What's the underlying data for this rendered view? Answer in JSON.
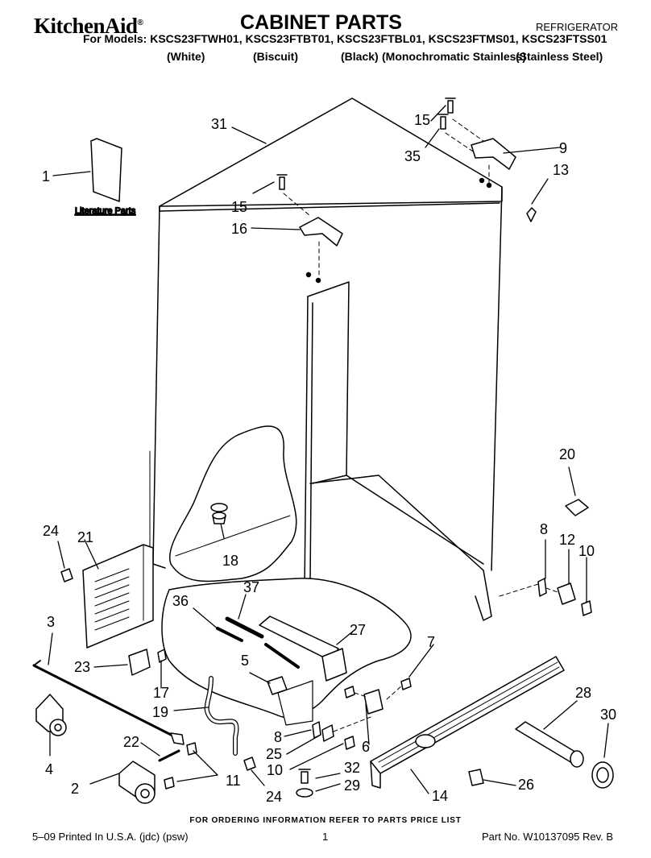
{
  "header": {
    "brand": "KitchenAid",
    "brand_mark": "®",
    "title": "CABINET PARTS",
    "category": "REFRIGERATOR",
    "models_line": "For Models: KSCS23FTWH01, KSCS23FTBT01, KSCS23FTBL01, KSCS23FTMS01, KSCS23FTSS01",
    "finishes": [
      "(White)",
      "(Biscuit)",
      "(Black)",
      "(Monochromatic Stainless)",
      "(Stainless Steel)"
    ]
  },
  "diagram": {
    "literature_label": "Literature Parts",
    "callouts": [
      "1",
      "2",
      "3",
      "4",
      "5",
      "6",
      "7",
      "8",
      "8",
      "9",
      "10",
      "10",
      "11",
      "12",
      "13",
      "14",
      "15",
      "15",
      "16",
      "17",
      "18",
      "19",
      "20",
      "21",
      "22",
      "23",
      "24",
      "24",
      "25",
      "26",
      "27",
      "28",
      "29",
      "30",
      "31",
      "32",
      "35",
      "36",
      "37"
    ]
  },
  "ordering_note": "FOR ORDERING INFORMATION REFER TO PARTS PRICE LIST",
  "footer": {
    "printed": "5–09 Printed In U.S.A. (jdc) (psw)",
    "page": "1",
    "part_no": "Part No. W10137095 Rev. B"
  }
}
